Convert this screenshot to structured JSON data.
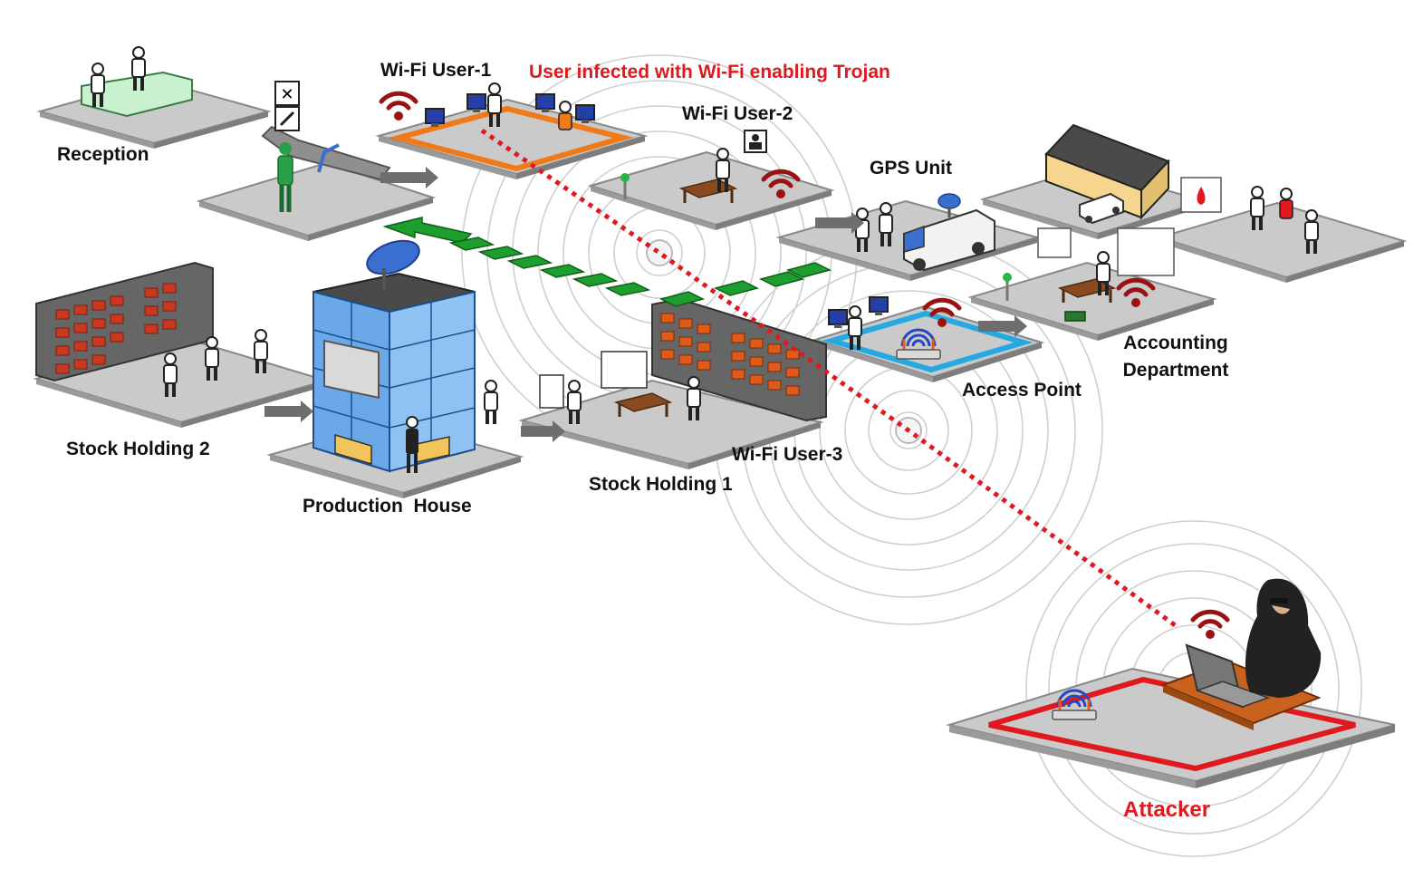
{
  "title": "Wi-Fi Trojan attack scenario on an enterprise network",
  "labels": {
    "wifi_user_1": "Wi-Fi User-1",
    "infected_note": "User infected with Wi-Fi enabling Trojan",
    "wifi_user_2": "Wi-Fi User-2",
    "reception": "Reception",
    "gps_unit": "GPS Unit",
    "stock_holding_2": "Stock Holding 2",
    "production_house": "Production  House",
    "stock_holding_1": "Stock Holding 1",
    "wifi_user_3": "Wi-Fi User-3",
    "access_point": "Access Point",
    "accounting_line1": "Accounting",
    "accounting_line2": "Department",
    "attacker": "Attacker"
  },
  "colors": {
    "accent_red": "#e0191e",
    "wifi_red": "#9b1212",
    "platform_gray": "#c9c9c9",
    "platform_edge": "#8a8a8a",
    "infected_outline": "#f07a1a",
    "access_point_outline": "#25a9e0",
    "data_flow_green": "#1e9e2e",
    "shelf_box": "#c8391f"
  }
}
